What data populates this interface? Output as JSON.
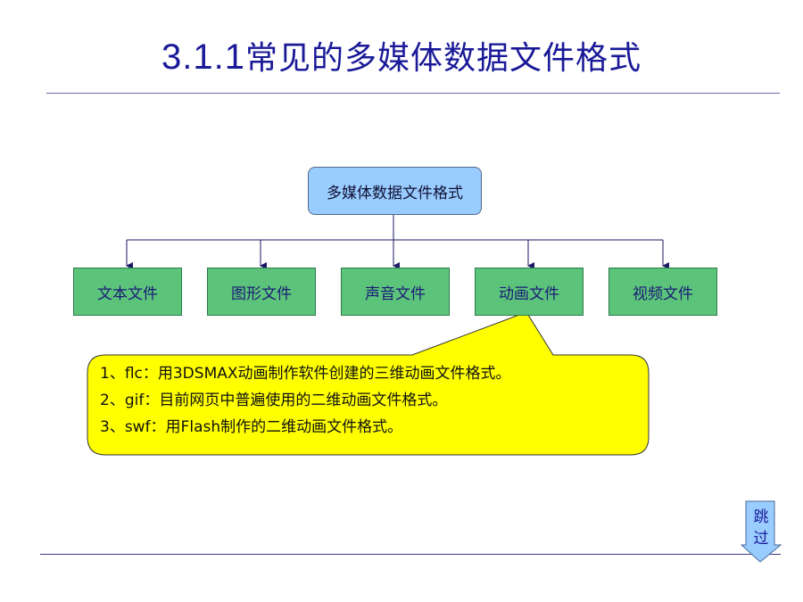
{
  "title": {
    "number": "3.1.1",
    "text": "常见的多媒体数据文件格式"
  },
  "diagram": {
    "root": "多媒体数据文件格式",
    "children": [
      "文本文件",
      "图形文件",
      "声音文件",
      "动画文件",
      "视频文件"
    ]
  },
  "callout": {
    "lines": [
      "1、flc：用3DSMAX动画制作软件创建的三维动画文件格式。",
      "2、gif：目前网页中普遍使用的二维动画文件格式。",
      "3、swf：用Flash制作的二维动画文件格式。"
    ]
  },
  "skip_button": {
    "label": "跳过",
    "char1": "跳",
    "char2": "过"
  },
  "colors": {
    "title": "#1a1a99",
    "root_fill": "#99ccff",
    "child_fill": "#5cc47a",
    "callout_fill": "#ffff00",
    "skip_fill": "#99ccff"
  }
}
